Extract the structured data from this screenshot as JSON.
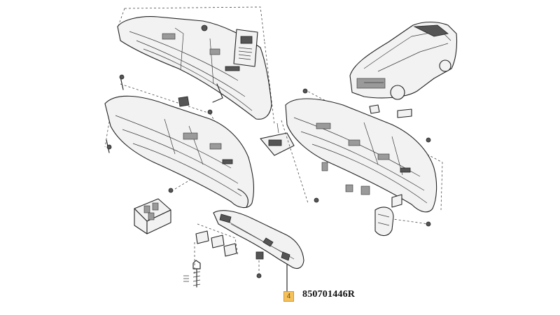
{
  "callout": {
    "number": "4",
    "reference": "850701446R",
    "badge_color": "#f5c15b"
  },
  "parts": [
    {
      "name": "front-bumper-cover"
    },
    {
      "name": "rear-bumper-cover"
    },
    {
      "name": "front-bumper-assembly"
    },
    {
      "name": "rear-lower-diffuser"
    },
    {
      "name": "vehicle-overview"
    },
    {
      "name": "fastener-kit-box"
    },
    {
      "name": "notice-sheet"
    }
  ]
}
